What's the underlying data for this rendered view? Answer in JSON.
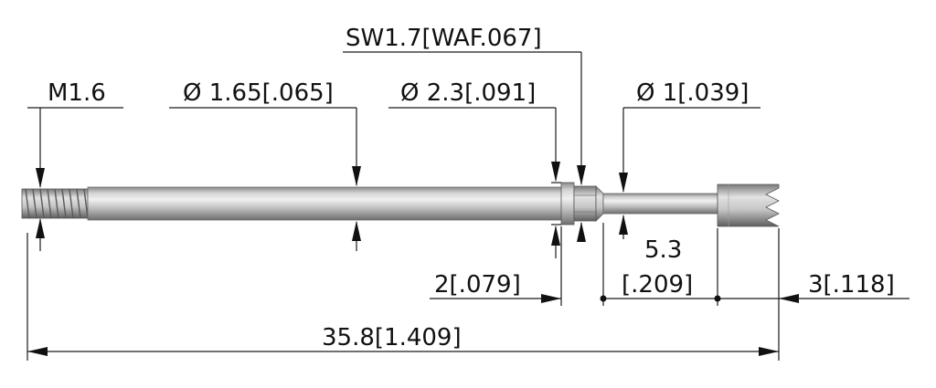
{
  "labels": {
    "thread": "M1.6",
    "shaft_dia": "Ø 1.65[.065]",
    "collar_dia": "Ø 2.3[.091]",
    "wrench_flat": "SW1.7[WAF.067]",
    "tip_dia": "Ø 1[.039]",
    "collar_len": "2[.079]",
    "neck_len_top": "5.3",
    "neck_len_bottom": "[.209]",
    "tip_len": "3[.118]",
    "overall_len": "35.8[1.409]"
  },
  "colors": {
    "line": "#1a1a1a",
    "metal_dark": "#7d7d7d",
    "metal_light": "#e6e6e6"
  }
}
